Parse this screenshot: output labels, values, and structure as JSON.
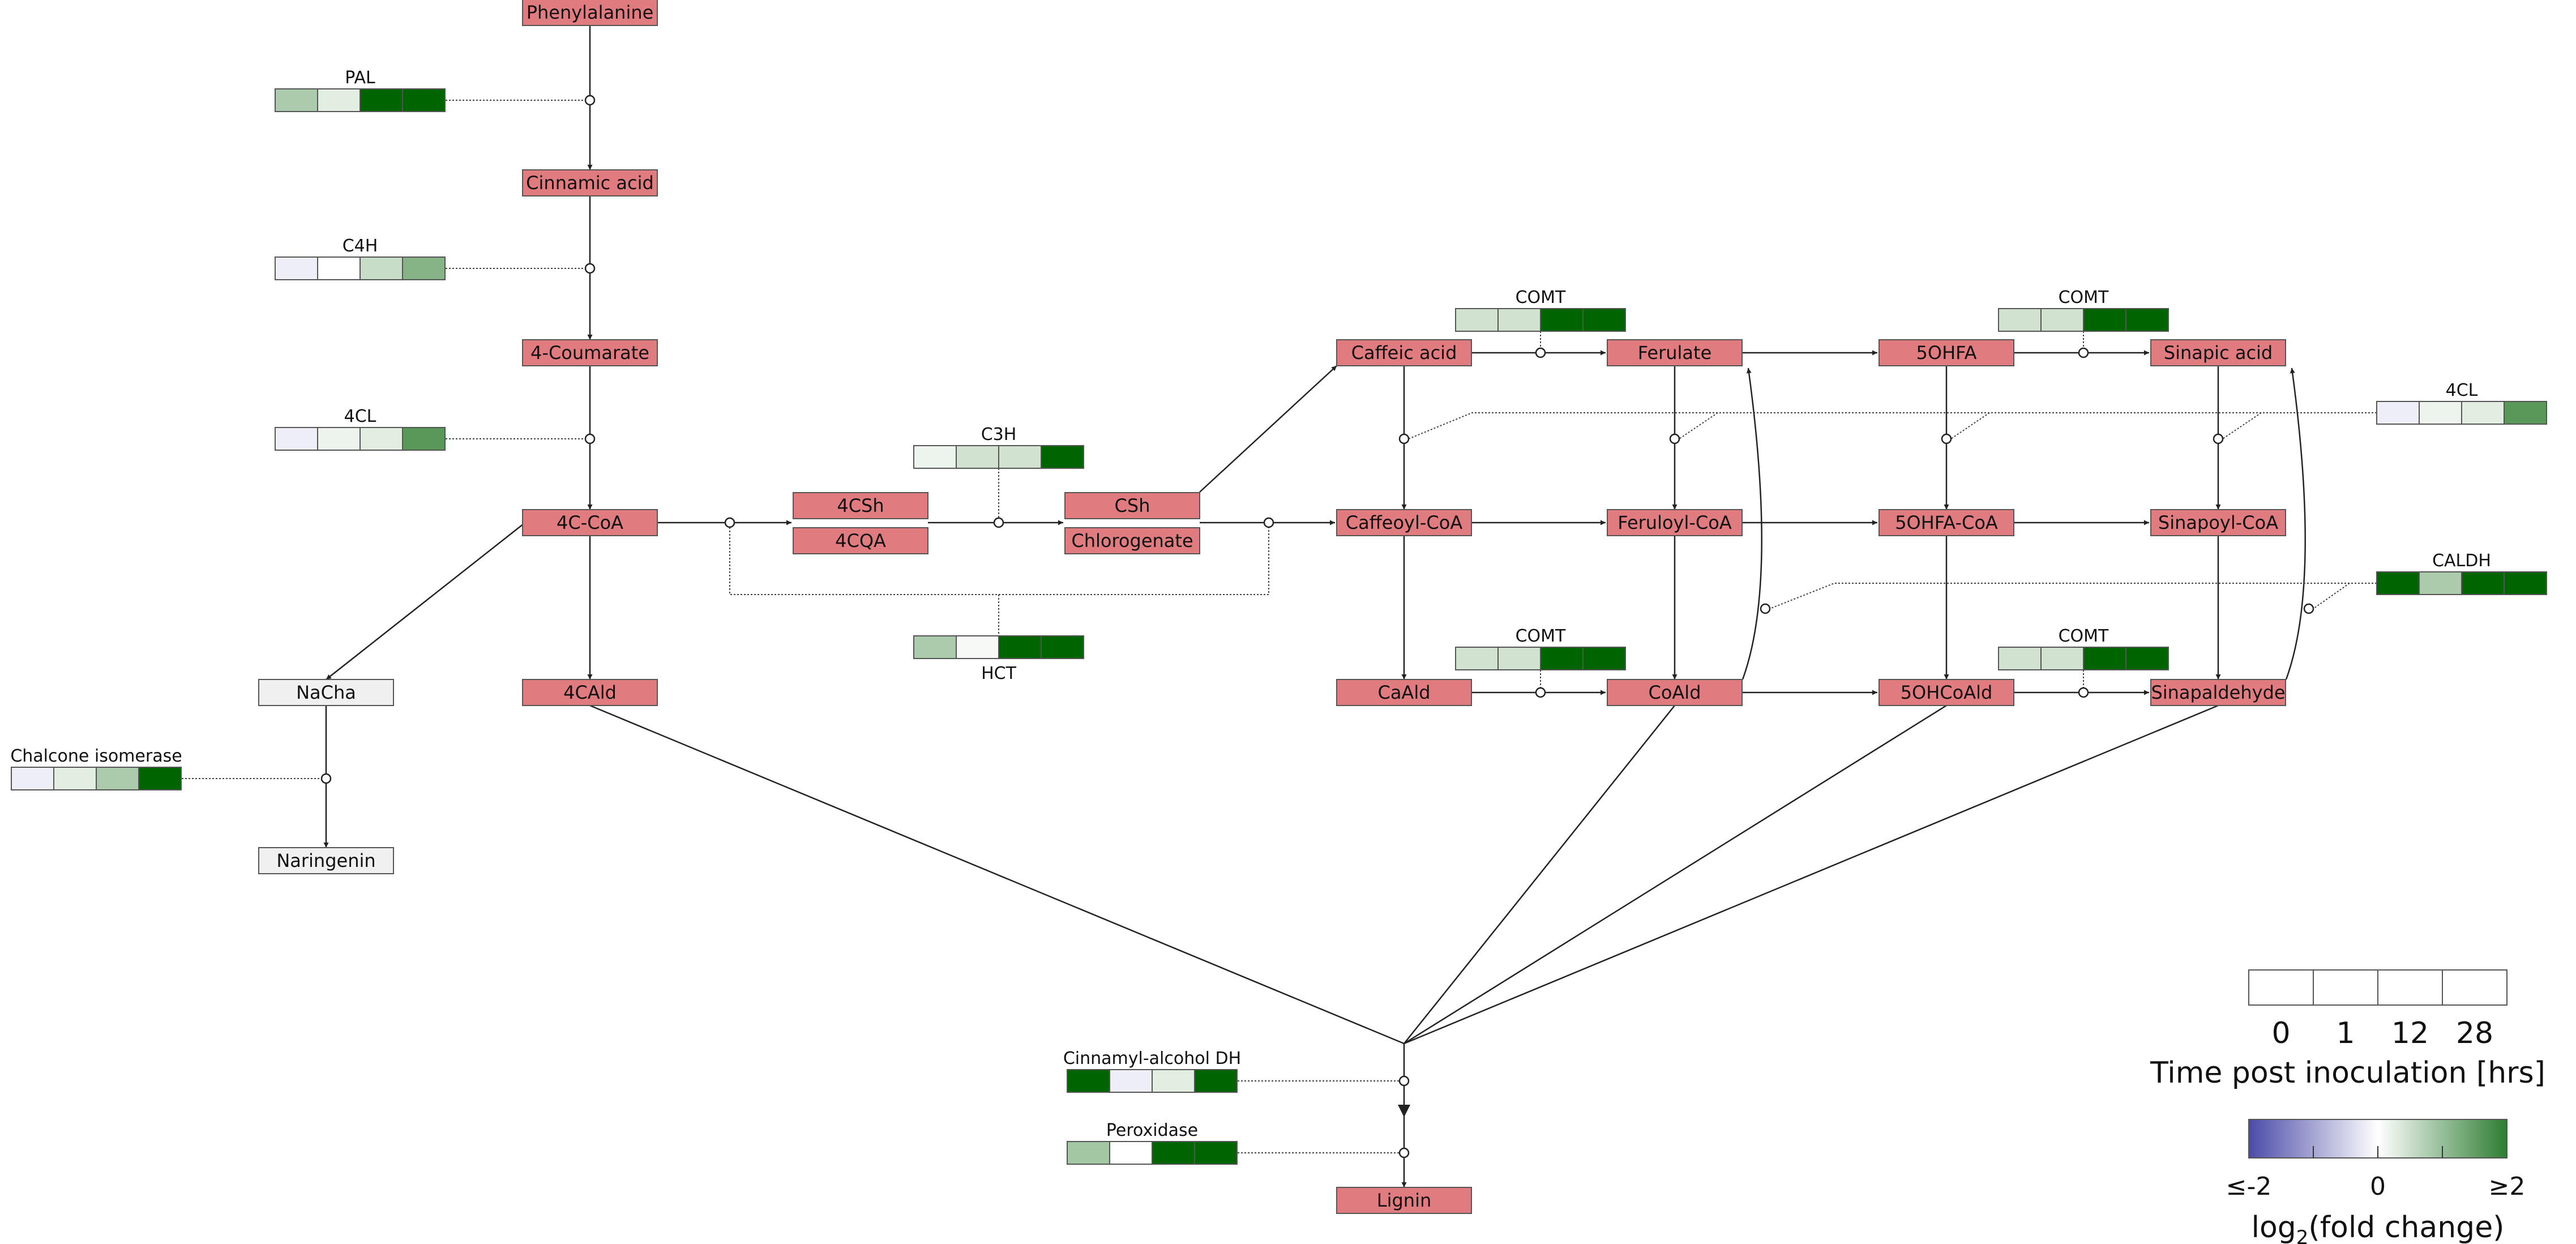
{
  "colors": {
    "metabolite_fill": "#e07b7f",
    "measured_none_fill": "#f0f0f0",
    "scale_low": "#4b4ba8",
    "scale_mid": "#ffffff",
    "scale_high": "#2e7d32"
  },
  "metabolites": [
    {
      "id": "phenylalanine",
      "label": "Phenylalanine",
      "style": "red"
    },
    {
      "id": "cinnamic",
      "label": "Cinnamic acid",
      "style": "red"
    },
    {
      "id": "coumarate",
      "label": "4-Coumarate",
      "style": "red"
    },
    {
      "id": "c4coa",
      "label": "4C-CoA",
      "style": "red"
    },
    {
      "id": "c4ald",
      "label": "4CAld",
      "style": "red"
    },
    {
      "id": "nacha",
      "label": "NaCha",
      "style": "grey"
    },
    {
      "id": "naringenin",
      "label": "Naringenin",
      "style": "grey"
    },
    {
      "id": "csh4",
      "label": "4CSh",
      "style": "red"
    },
    {
      "id": "cqa4",
      "label": "4CQA",
      "style": "red"
    },
    {
      "id": "csh",
      "label": "CSh",
      "style": "red"
    },
    {
      "id": "chlorogenate",
      "label": "Chlorogenate",
      "style": "red"
    },
    {
      "id": "caffeic",
      "label": "Caffeic acid",
      "style": "red"
    },
    {
      "id": "ferulate",
      "label": "Ferulate",
      "style": "red"
    },
    {
      "id": "ohfa5",
      "label": "5OHFA",
      "style": "red"
    },
    {
      "id": "sinapic",
      "label": "Sinapic acid",
      "style": "red"
    },
    {
      "id": "caffeoylcoa",
      "label": "Caffeoyl-CoA",
      "style": "red"
    },
    {
      "id": "feruloylcoa",
      "label": "Feruloyl-CoA",
      "style": "red"
    },
    {
      "id": "ohfacoa5",
      "label": "5OHFA-CoA",
      "style": "red"
    },
    {
      "id": "sinapoylcoa",
      "label": "Sinapoyl-CoA",
      "style": "red"
    },
    {
      "id": "caald",
      "label": "CaAld",
      "style": "red"
    },
    {
      "id": "coald",
      "label": "CoAld",
      "style": "red"
    },
    {
      "id": "ohcoald5",
      "label": "5OHCoAld",
      "style": "red"
    },
    {
      "id": "sinapaldehyde",
      "label": "Sinapaldehyde",
      "style": "red"
    },
    {
      "id": "lignin",
      "label": "Lignin",
      "style": "red"
    }
  ],
  "enzymes": [
    {
      "id": "pal",
      "label": "PAL",
      "log2fc": [
        0.9,
        0.3,
        2.5,
        2.5
      ]
    },
    {
      "id": "c4h",
      "label": "C4H",
      "log2fc": [
        -0.3,
        0.0,
        0.6,
        1.3
      ]
    },
    {
      "id": "cl4a",
      "label": "4CL",
      "log2fc": [
        -0.3,
        0.2,
        0.3,
        1.8
      ]
    },
    {
      "id": "chalcone",
      "label": "Chalcone isomerase",
      "log2fc": [
        -0.3,
        0.3,
        0.9,
        2.5
      ]
    },
    {
      "id": "c3h",
      "label": "C3H",
      "log2fc": [
        0.2,
        0.5,
        0.5,
        2.5
      ]
    },
    {
      "id": "hct",
      "label": "HCT",
      "log2fc": [
        0.9,
        0.1,
        2.5,
        2.5
      ]
    },
    {
      "id": "comt1",
      "label": "COMT",
      "log2fc": [
        0.5,
        0.5,
        2.5,
        2.5
      ]
    },
    {
      "id": "comt2",
      "label": "COMT",
      "log2fc": [
        0.5,
        0.5,
        2.5,
        2.5
      ]
    },
    {
      "id": "comt3",
      "label": "COMT",
      "log2fc": [
        0.5,
        0.5,
        2.5,
        2.5
      ]
    },
    {
      "id": "comt4",
      "label": "COMT",
      "log2fc": [
        0.5,
        0.5,
        2.5,
        2.5
      ]
    },
    {
      "id": "cl4b",
      "label": "4CL",
      "log2fc": [
        -0.3,
        0.2,
        0.3,
        1.8
      ]
    },
    {
      "id": "caldh",
      "label": "CALDH",
      "log2fc": [
        2.5,
        0.9,
        2.5,
        2.5
      ]
    },
    {
      "id": "cad",
      "label": "Cinnamyl-alcohol DH",
      "log2fc": [
        2.5,
        -0.3,
        0.3,
        2.5
      ]
    },
    {
      "id": "peroxidase",
      "label": "Peroxidase",
      "log2fc": [
        1.0,
        0.0,
        2.5,
        2.5
      ]
    }
  ],
  "legend": {
    "time_ticks": [
      "0",
      "1",
      "12",
      "28"
    ],
    "time_title": "Time post inoculation [hrs]",
    "scale_min_label": "≤-2",
    "scale_mid_label": "0",
    "scale_max_label": "≥2",
    "scale_title_main": "log",
    "scale_title_sub": "2",
    "scale_title_rest": "(fold change)",
    "scale_range": [
      -2,
      2
    ]
  }
}
